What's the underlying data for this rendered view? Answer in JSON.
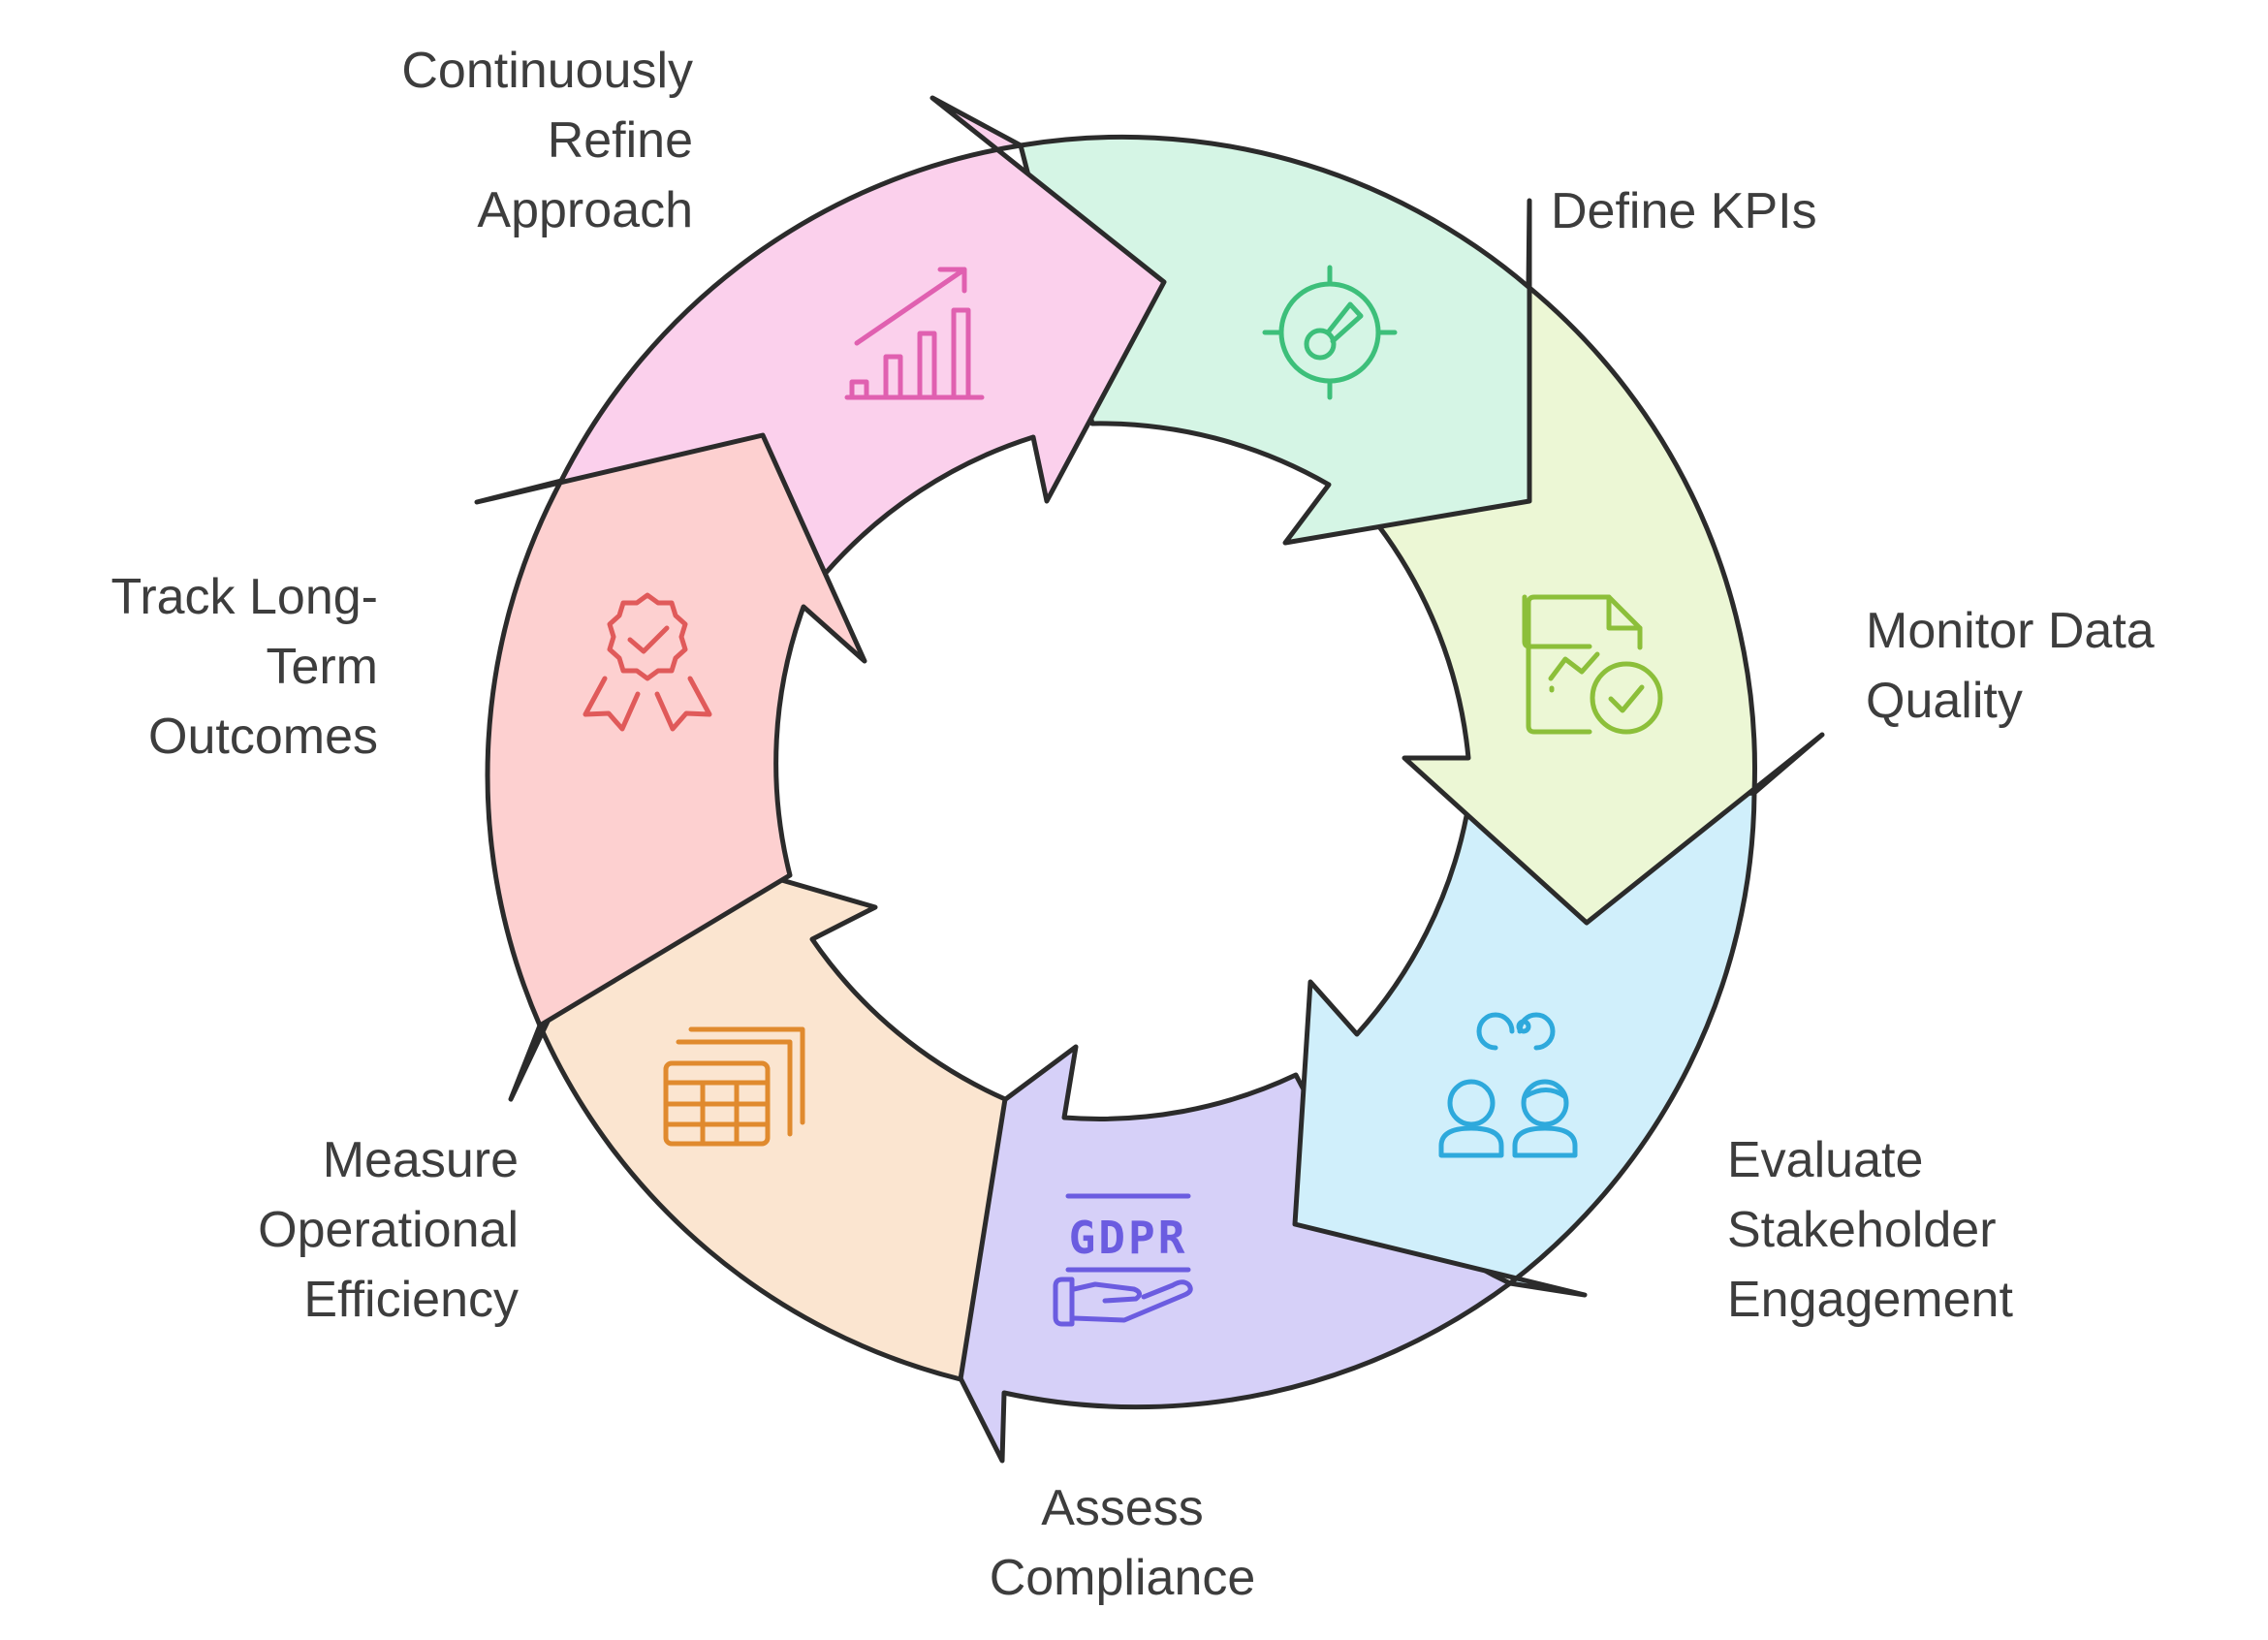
{
  "steps": [
    {
      "id": "define-kpis",
      "label_lines": [
        "Define KPIs"
      ],
      "icon": "target-gauge-icon",
      "color": "#d5f5e5",
      "icon_color": "#3dbf7a"
    },
    {
      "id": "monitor-data-quality",
      "label_lines": [
        "Monitor Data",
        "Quality"
      ],
      "icon": "document-chart-check-icon",
      "color": "#ecf7d5",
      "icon_color": "#8cbf3a"
    },
    {
      "id": "evaluate-stakeholder-engagement",
      "label_lines": [
        "Evaluate",
        "Stakeholder",
        "Engagement"
      ],
      "icon": "people-connection-icon",
      "color": "#d0effb",
      "icon_color": "#2ea9dc"
    },
    {
      "id": "assess-compliance",
      "label_lines": [
        "Assess",
        "Compliance"
      ],
      "icon": "gdpr-hand-icon",
      "color": "#d6d0f8",
      "icon_color": "#6b5ce0"
    },
    {
      "id": "measure-operational-efficiency",
      "label_lines": [
        "Measure",
        "Operational",
        "Efficiency"
      ],
      "icon": "table-stack-icon",
      "color": "#fbe5d0",
      "icon_color": "#e08a2e"
    },
    {
      "id": "track-long-term-outcomes",
      "label_lines": [
        "Track Long-",
        "Term",
        "Outcomes"
      ],
      "icon": "award-badge-icon",
      "color": "#fdd0d0",
      "icon_color": "#e05a5a"
    },
    {
      "id": "continuously-refine-approach",
      "label_lines": [
        "Continuously",
        "Refine",
        "Approach"
      ],
      "icon": "growth-bar-chart-icon",
      "color": "#fbd0ec",
      "icon_color": "#e060b0"
    }
  ],
  "gdpr_text": "GDPR"
}
